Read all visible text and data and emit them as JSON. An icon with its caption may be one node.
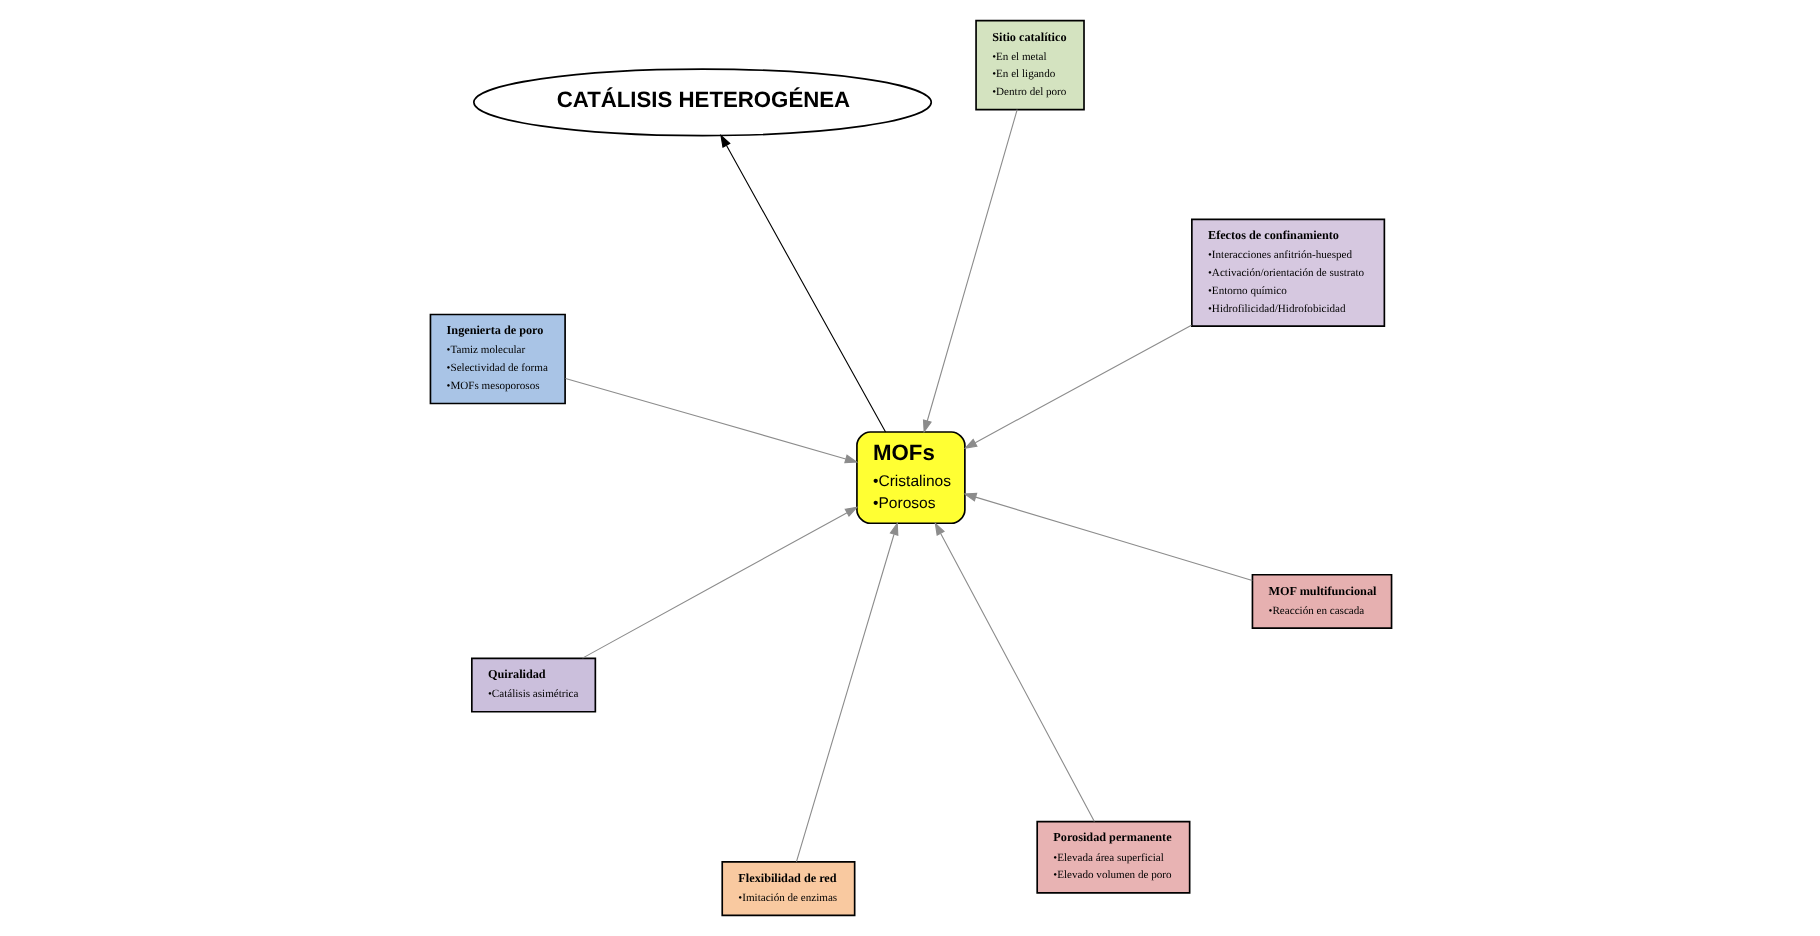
{
  "diagram": {
    "nodes": [
      {
        "text": [
          "Ingenierta de poro",
          "•Tamiz molecular",
          "•Selectividad de forma",
          "•MOFs mesoporosos"
        ]
      },
      {
        "text": [
          "Efectos de confinamiento",
          "•Interacciones anfitrión-huesped",
          "•Activación/orientación de sustrato",
          "•Entorno químico",
          "•Hidrofilicidad/Hidrofobicidad"
        ]
      },
      {
        "text": [
          "Porosidad permanente",
          "•Elevada área superficial",
          "•Elevado volumen de poro"
        ]
      },
      {
        "text": [
          "Sitio catalítico",
          "•En el metal",
          "•En el ligando",
          "•Dentro del poro"
        ]
      },
      {
        "text": [
          "MOFs",
          "•Cristalinos",
          "•Porosos"
        ]
      },
      {
        "text": [
          "CATÁLISIS HETEROGÉNEA"
        ]
      },
      {
        "text": [
          "Quiralidad",
          "•Catálisis asimétrica"
        ]
      },
      {
        "text": [
          "MOF multifuncional",
          "•Reacción en cascada"
        ]
      },
      {
        "text": [
          "Flexibilidad de red",
          "•Imitación de enzimas"
        ]
      }
    ],
    "edges": [
      {
        "from": 0,
        "to": 4,
        "arrow": "to"
      },
      {
        "from": 1,
        "to": 4,
        "arrow": "to"
      },
      {
        "from": 2,
        "to": 4,
        "arrow": "to"
      },
      {
        "from": 3,
        "to": 4,
        "arrow": "to"
      },
      {
        "from": 6,
        "to": 4,
        "arrow": "to"
      },
      {
        "from": 8,
        "to": 4,
        "arrow": "to"
      },
      {
        "from": 7,
        "to": 4,
        "arrow": "to"
      },
      {
        "from": 4,
        "to": 5,
        "arrow": "to",
        "color": "#000000"
      }
    ]
  }
}
